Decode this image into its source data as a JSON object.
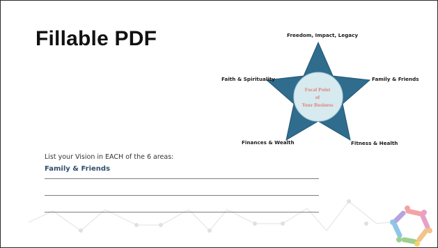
{
  "slide": {
    "title": "Fillable PDF"
  },
  "star": {
    "labels": {
      "top": "Freedom, Impact, Legacy",
      "upper_left": "Faith & Spirituality",
      "upper_right": "Family & Friends",
      "lower_left": "Finances & Wealth",
      "lower_right": "Fitness & Health"
    },
    "center_lines": [
      "Focal Point",
      "of",
      "Your Business"
    ]
  },
  "form": {
    "prompt": "List your Vision in EACH of the 6 areas:",
    "area_label": "Family & Friends",
    "fields": [
      "",
      "",
      ""
    ]
  },
  "colors": {
    "star_fill": "#2f6c8d",
    "center_circle": "#d6eaf0",
    "center_text": "#e0857a",
    "area_label": "#2f4f6f"
  }
}
